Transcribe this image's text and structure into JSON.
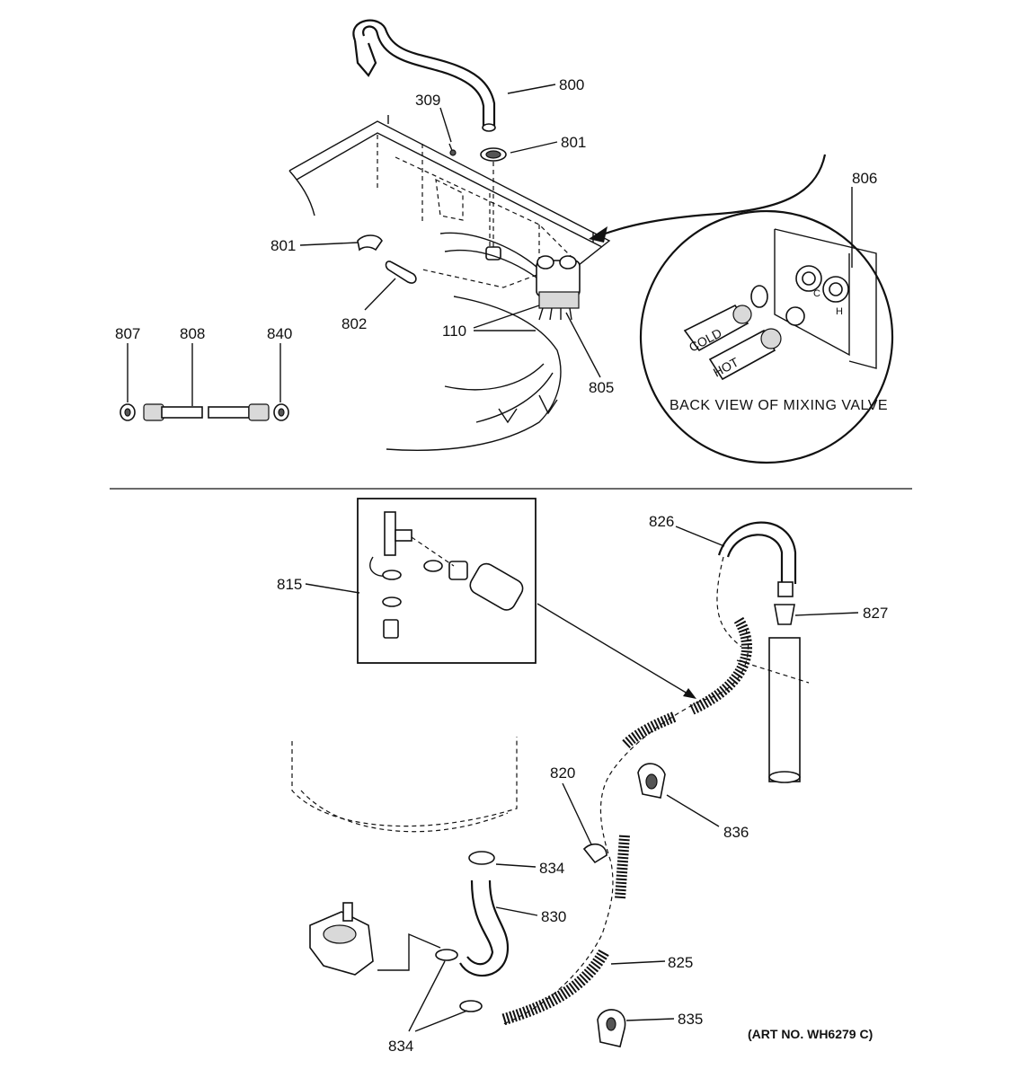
{
  "labels": {
    "l800": "800",
    "l309": "309",
    "l801a": "801",
    "l801b": "801",
    "l806": "806",
    "l802": "802",
    "l110": "110",
    "l805": "805",
    "l807": "807",
    "l808": "808",
    "l840": "840",
    "l826": "826",
    "l815": "815",
    "l827": "827",
    "l820": "820",
    "l836": "836",
    "l834a": "834",
    "l830": "830",
    "l825": "825",
    "l835": "835",
    "l834b": "834"
  },
  "inset": {
    "caption": "BACK VIEW OF MIXING VALVE",
    "cold": "COLD",
    "hot": "HOT",
    "c_mark": "C",
    "h_mark": "H"
  },
  "art_no": "(ART NO. WH6279 C)"
}
